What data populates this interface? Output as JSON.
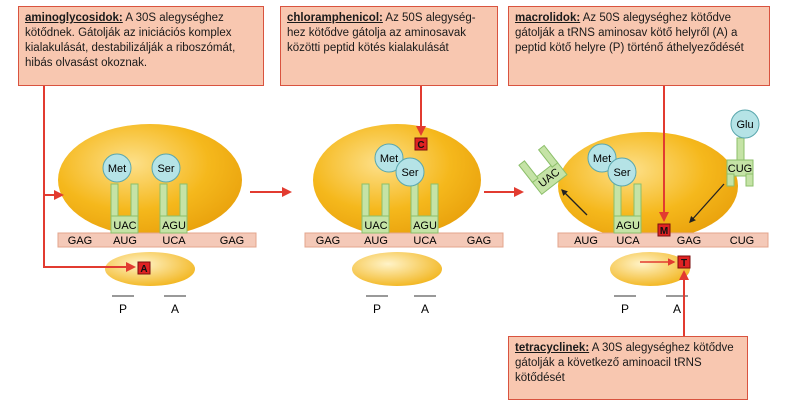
{
  "boxes": {
    "aminoglycosides": {
      "title": "aminoglycosidok:",
      "text": " A 30S alegységhez kötődnek. Gátolják az iniciációs komplex kialakulását, destabilizálják a riboszómát, hibás olvasást okoznak."
    },
    "chloramphenicol": {
      "title": "chloramphenicol:",
      "text": " Az 50S alegység-hez kötődve gátolja az aminosavak közötti peptid kötés kialakulását"
    },
    "macrolides": {
      "title": "macrolidok:",
      "text": " Az 50S alegységhez kötődve gátolják a tRNS aminosav kötő helyről (A) a peptid kötő helyre (P) történő áthelyeződését"
    },
    "tetracyclines": {
      "title": "tetracyclinek:",
      "text": " A 30S alegységhez kötődve gátolják a következő aminoacil tRNS kötődését"
    }
  },
  "ribosome1": {
    "mrna": [
      "GAG",
      "AUG",
      "UCA",
      "GAG"
    ],
    "amino_acids": [
      "Met",
      "Ser"
    ],
    "anticodons": [
      "UAC",
      "AGU"
    ],
    "marker": "A",
    "sites": [
      "P",
      "A"
    ]
  },
  "ribosome2": {
    "mrna": [
      "GAG",
      "AUG",
      "UCA",
      "GAG"
    ],
    "amino_acids": [
      "Met",
      "Ser"
    ],
    "anticodons": [
      "UAC",
      "AGU"
    ],
    "marker": "C",
    "sites": [
      "P",
      "A"
    ]
  },
  "ribosome3": {
    "mrna": [
      "AUG",
      "UCA",
      "GAG",
      "CUG"
    ],
    "amino_acids": [
      "Met",
      "Ser",
      "Glu"
    ],
    "anticodons": [
      "AGU",
      "CUG"
    ],
    "ejected_anticodon": "UAC",
    "marker_m": "M",
    "marker_t": "T",
    "sites": [
      "P",
      "A"
    ]
  },
  "colors": {
    "ribosome": "#f5b81c",
    "box_fill": "#f8c7b0",
    "box_border": "#d9533f",
    "arrow": "#e23b30",
    "trna": "#c5e3a6",
    "amino": "#b5e3e6"
  }
}
